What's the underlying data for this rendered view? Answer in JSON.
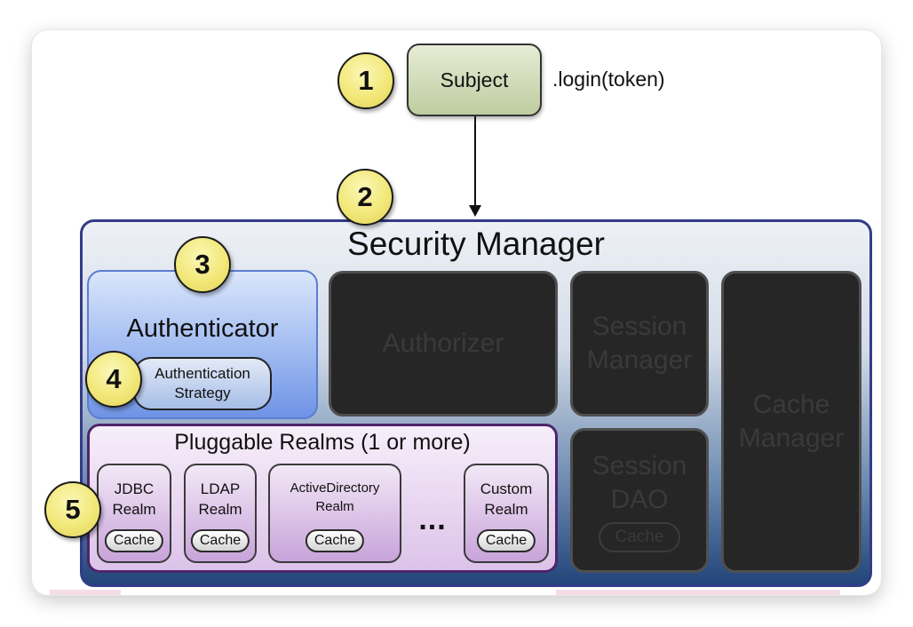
{
  "subject": {
    "label": "Subject",
    "call": ".login(token)"
  },
  "badges": [
    "1",
    "2",
    "3",
    "4",
    "5"
  ],
  "security_manager": {
    "title": "Security Manager",
    "authenticator": {
      "label": "Authenticator",
      "strategy": "Authentication\nStrategy"
    },
    "authorizer": "Authorizer",
    "session_manager": "Session\nManager",
    "cache_manager": "Cache\nManager",
    "session_dao": {
      "label": "Session\nDAO",
      "cache": "Cache"
    },
    "realms": {
      "title": "Pluggable Realms (1 or more)",
      "items": [
        {
          "name": "JDBC\nRealm",
          "cache": "Cache"
        },
        {
          "name": "LDAP\nRealm",
          "cache": "Cache"
        },
        {
          "name": "ActiveDirectory\nRealm",
          "cache": "Cache"
        },
        {
          "name": "Custom\nRealm",
          "cache": "Cache"
        }
      ],
      "ellipsis": "..."
    }
  },
  "colors": {
    "badge": "#f2e879",
    "subject": "#cfd9b5",
    "security_manager_border": "#333c88",
    "authenticator": "#9fbaf1",
    "disabled_box": "#262626",
    "realms": "#dcc3e9"
  }
}
